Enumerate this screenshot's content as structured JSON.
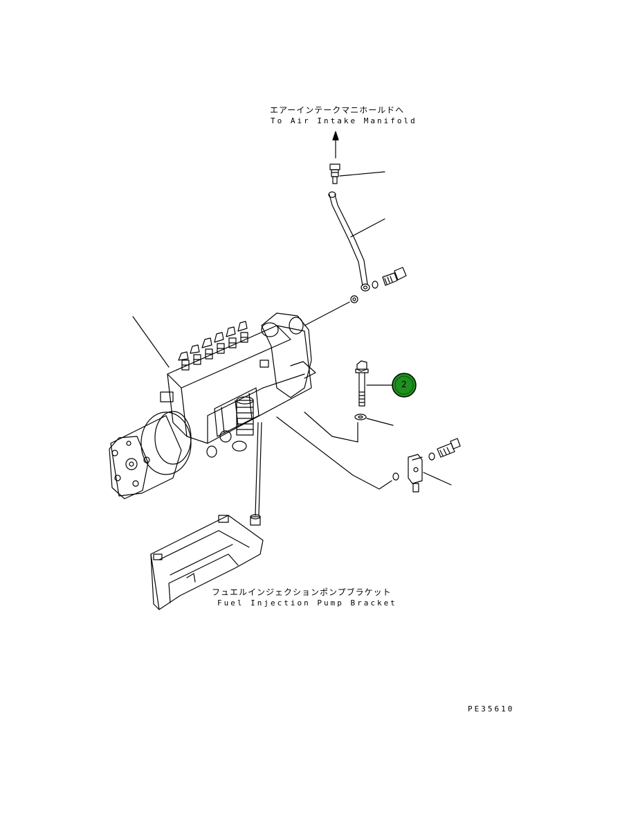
{
  "labels": {
    "air_intake_jp": "エアーインテークマニホールドへ",
    "air_intake_en": "To Air Intake Manifold",
    "bracket_jp": "フュエルインジェクションポンプブラケット",
    "bracket_en": "Fuel Injection Pump Bracket",
    "drawing_code": "PE35610"
  },
  "callouts": [
    {
      "number": "2",
      "color": "#1f8f1f"
    }
  ]
}
